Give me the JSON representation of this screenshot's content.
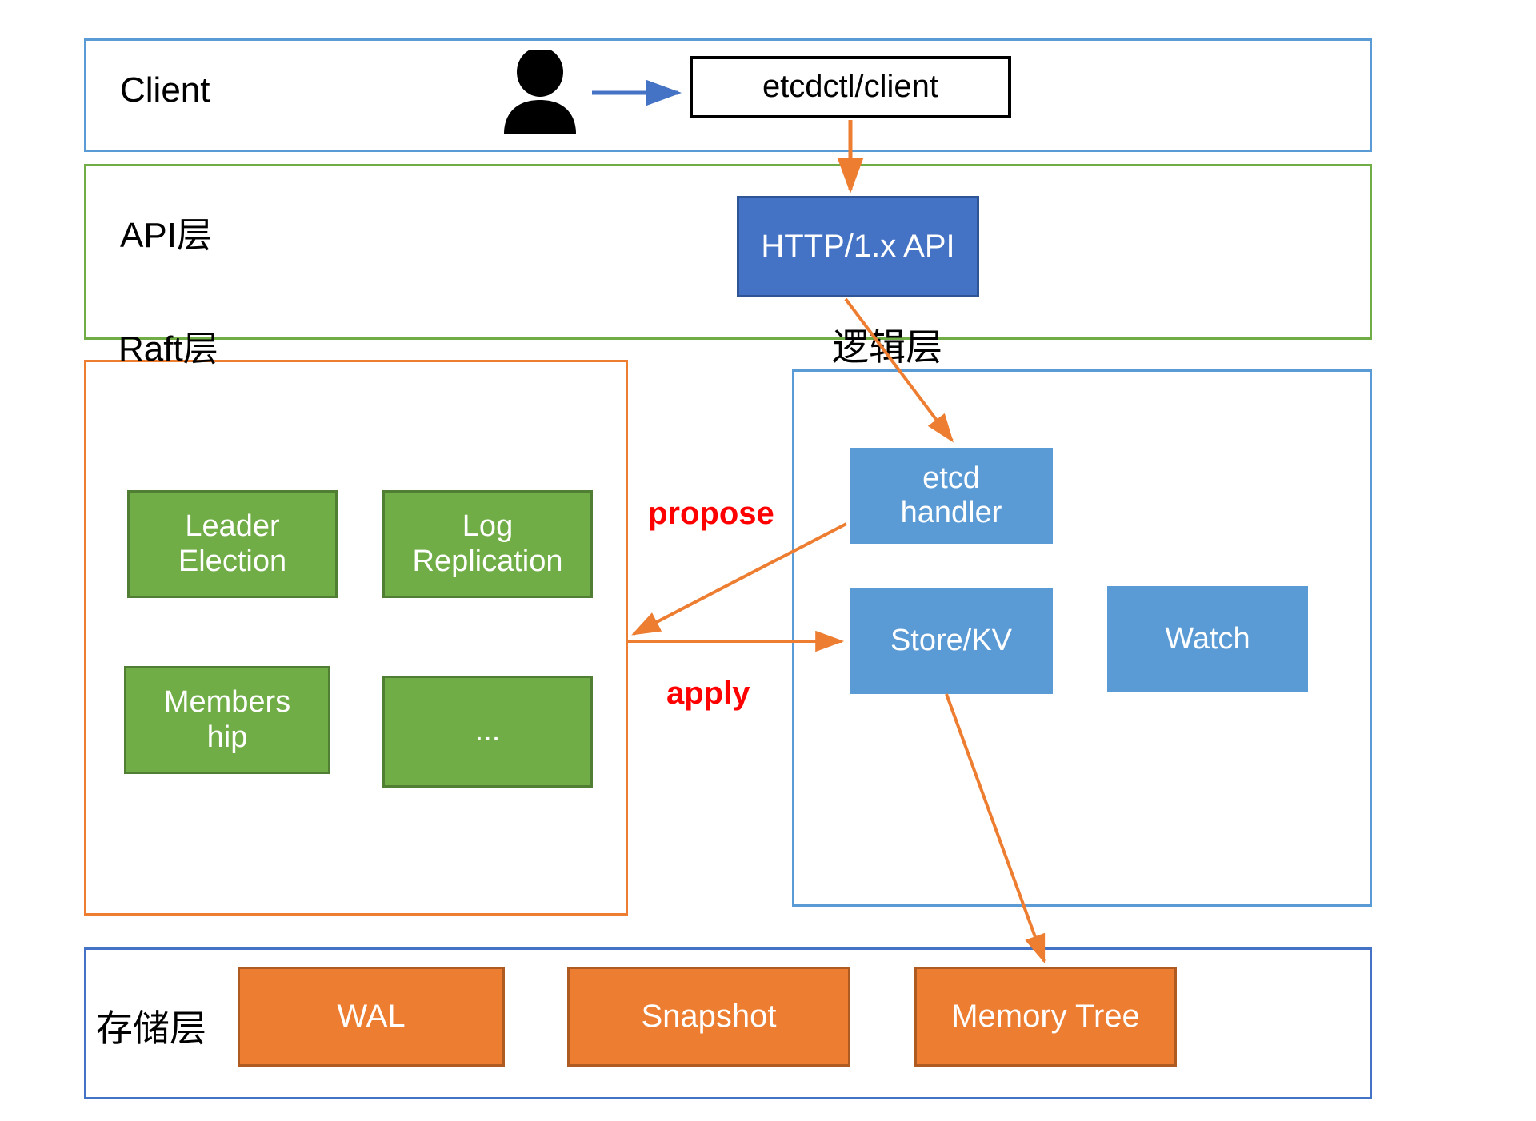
{
  "diagram": {
    "title": "etcd layered architecture",
    "colors": {
      "client_layer_border": "#5B9BD5",
      "api_layer_border": "#70AD47",
      "raft_layer_border": "#ED7D31",
      "logic_layer_border": "#5B9BD5",
      "storage_layer_border": "#4472C4",
      "api_box_fill": "#4472C4",
      "api_box_border": "#2F5597",
      "raft_box_fill": "#70AD47",
      "raft_box_border": "#507E32",
      "logic_box_fill": "#5B9BD5",
      "storage_box_fill": "#ED7D31",
      "storage_box_border": "#AE5A21",
      "arrow_orange": "#ED7D31",
      "arrow_blue": "#4472C4",
      "edge_label_red": "#FF0000",
      "client_box_border": "#000000",
      "client_box_fill": "#FFFFFF"
    },
    "layers": [
      {
        "id": "client",
        "label": "Client"
      },
      {
        "id": "api",
        "label": "API层"
      },
      {
        "id": "raft",
        "label": "Raft层"
      },
      {
        "id": "logic",
        "label": "逻辑层"
      },
      {
        "id": "storage",
        "label": "存储层"
      }
    ],
    "nodes": {
      "client_tool": {
        "label": "etcdctl/client",
        "layer": "client"
      },
      "api_http": {
        "label": "HTTP/1.x API",
        "layer": "api"
      },
      "raft_boxes": [
        {
          "label": "Leader Election"
        },
        {
          "label": "Log Replication"
        },
        {
          "label": "Membership",
          "wrapped": "Members\nhip"
        },
        {
          "label": "..."
        }
      ],
      "logic_boxes": [
        {
          "label": "etcd handler",
          "wrapped": "etcd\nhandler"
        },
        {
          "label": "Store/KV"
        },
        {
          "label": "Watch"
        }
      ],
      "storage_boxes": [
        {
          "label": "WAL"
        },
        {
          "label": "Snapshot"
        },
        {
          "label": "Memory Tree"
        }
      ]
    },
    "edges": [
      {
        "id": "user-to-client",
        "label": "",
        "from": "user-icon",
        "to": "client_tool",
        "color": "#4472C4"
      },
      {
        "id": "client-to-api",
        "label": "",
        "from": "client_tool",
        "to": "api_http",
        "color": "#ED7D31"
      },
      {
        "id": "api-to-handler",
        "label": "",
        "from": "api_http",
        "to": "etcd handler",
        "color": "#ED7D31"
      },
      {
        "id": "handler-to-raft",
        "label": "propose",
        "from": "etcd handler",
        "to": "Raft层",
        "color": "#ED7D31"
      },
      {
        "id": "raft-to-store",
        "label": "apply",
        "from": "Raft层",
        "to": "Store/KV",
        "color": "#ED7D31"
      },
      {
        "id": "store-to-memory-tree",
        "label": "",
        "from": "Store/KV",
        "to": "Memory Tree",
        "color": "#ED7D31"
      }
    ],
    "icons": {
      "user": "user-person-icon"
    }
  }
}
